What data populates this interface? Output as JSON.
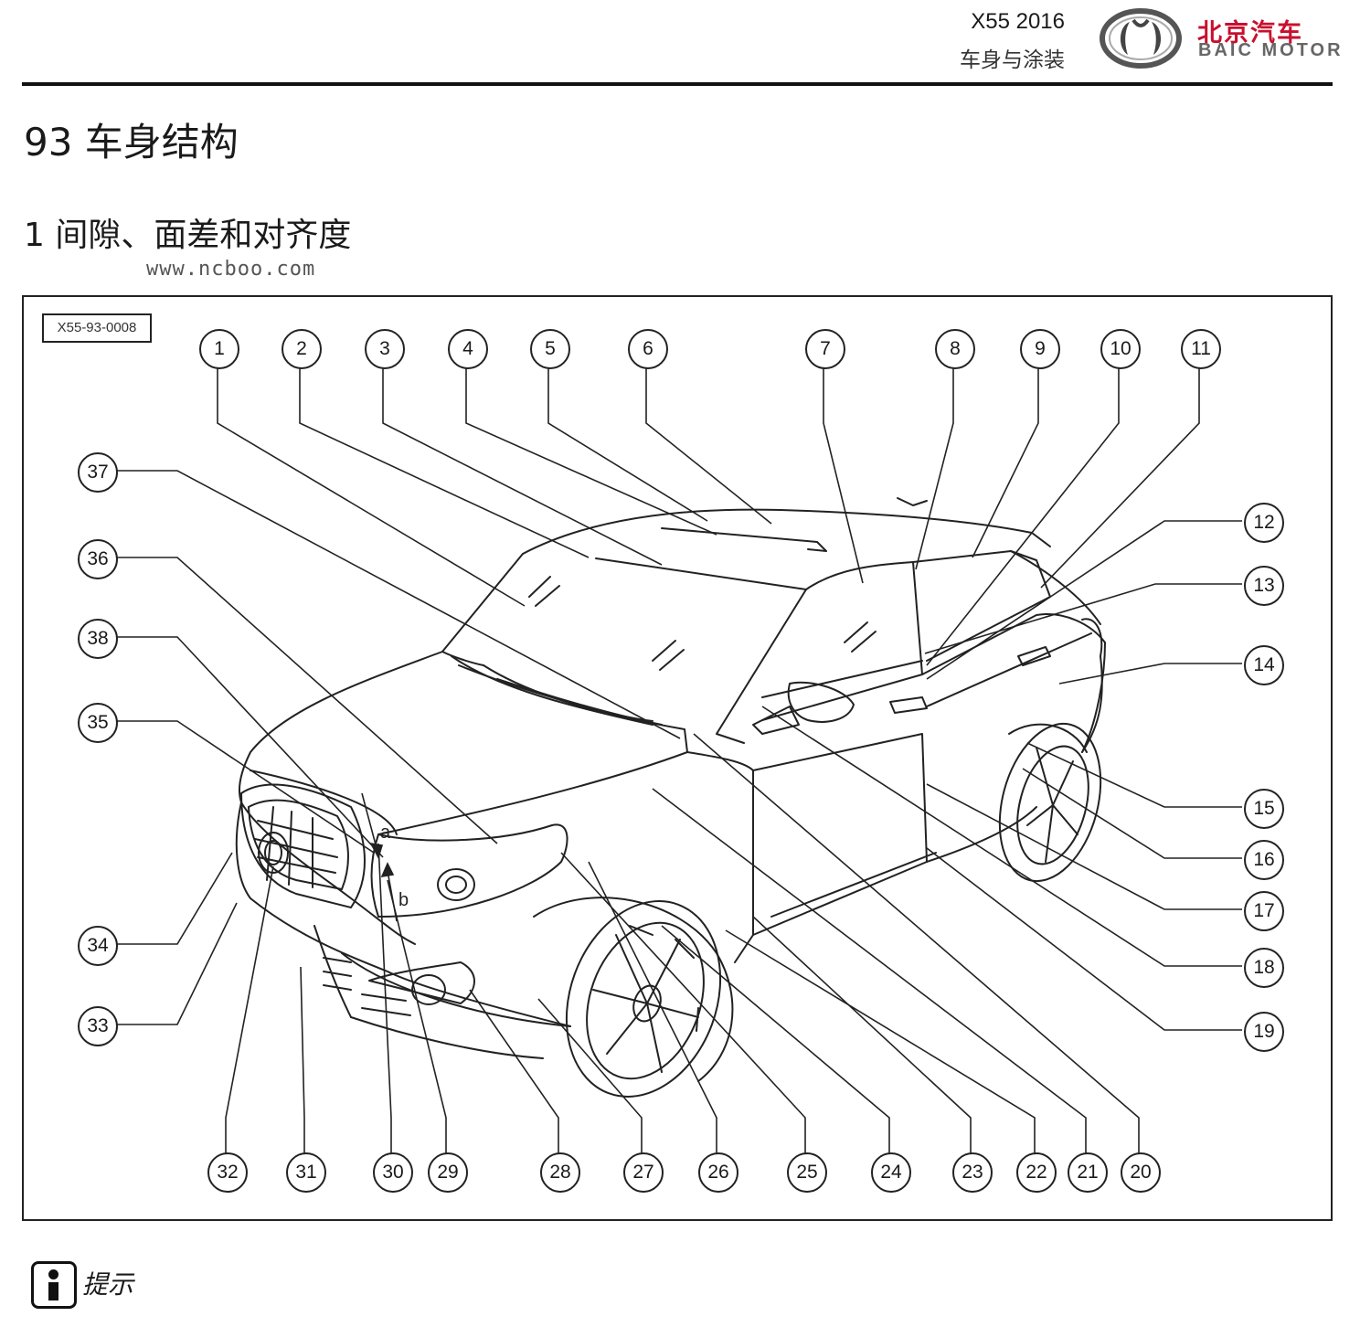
{
  "header": {
    "model": "X55 2016",
    "section": "车身与涂装",
    "brand_cn": "北京汽车",
    "brand_en": "BAIC MOTOR",
    "brand_color": "#c8102e"
  },
  "chapter_title": "93 车身结构",
  "section_title": "1 间隙、面差和对齐度",
  "watermark": "www.ncboo.com",
  "figure": {
    "id": "X55-93-0008",
    "callouts": [
      "1",
      "2",
      "3",
      "4",
      "5",
      "6",
      "7",
      "8",
      "9",
      "10",
      "11",
      "12",
      "13",
      "14",
      "15",
      "16",
      "17",
      "18",
      "19",
      "20",
      "21",
      "22",
      "23",
      "24",
      "25",
      "26",
      "27",
      "28",
      "29",
      "30",
      "31",
      "32",
      "33",
      "34",
      "35",
      "36",
      "37",
      "38"
    ],
    "point_labels": [
      "a",
      "b"
    ]
  },
  "note": {
    "icon": "info-icon",
    "label": "提示"
  }
}
